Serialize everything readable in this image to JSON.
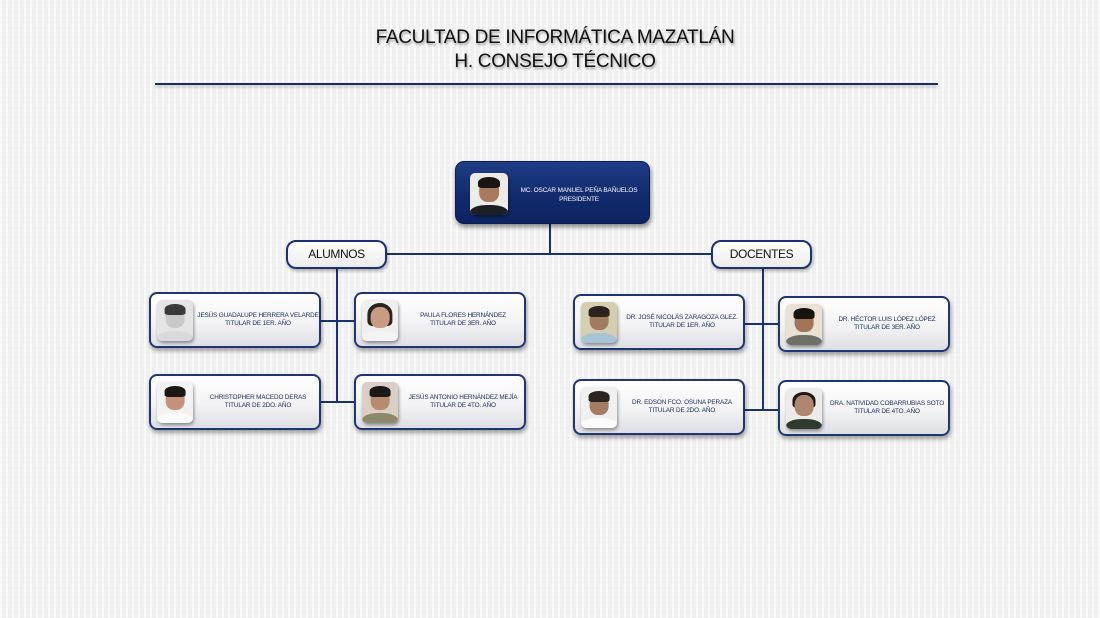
{
  "header": {
    "title_line1": "FACULTAD DE INFORMÁTICA MAZATLÁN",
    "title_line2": "H. CONSEJO TÉCNICO"
  },
  "colors": {
    "navy": "#102a6b",
    "line": "#1b3272",
    "text_dark": "#1b2c66"
  },
  "president": {
    "name": "MC. OSCAR MANUEL PEÑA BAÑUELOS",
    "role": "PRESIDENTE",
    "photo_icon": "person-photo"
  },
  "groups": [
    {
      "label": "ALUMNOS",
      "members": [
        {
          "name": "JESÚS GUADALUPE HERRERA VELARDE",
          "role": "TITULAR DE 1ER. AÑO"
        },
        {
          "name": "PAULA FLORES HERNÁNDEZ",
          "role": "TITULAR DE 3ER. AÑO"
        },
        {
          "name": "CHRISTOPHER MACEDO DERAS",
          "role": "TITULAR DE 2DO. AÑO"
        },
        {
          "name": "JESÚS ANTONIO HERNÁNDEZ MEJÍA",
          "role": "TITULAR DE 4TO. AÑO"
        }
      ]
    },
    {
      "label": "DOCENTES",
      "members": [
        {
          "name": "DR. JOSÉ NICOLÁS ZARAGOZA GLEZ.",
          "role": "TITULAR DE 1ER. AÑO"
        },
        {
          "name": "DR. HÉCTOR LUIS LÓPEZ LÓPEZ",
          "role": "TITULAR DE 3ER. AÑO"
        },
        {
          "name": "DR. EDSON FCO. OSUNA PERAZA",
          "role": "TITULAR DE 2DO. AÑO"
        },
        {
          "name": "DRA. NATIVIDAD COBARRUBIAS SOTO",
          "role": "TITULAR DE 4TO. AÑO"
        }
      ]
    }
  ]
}
